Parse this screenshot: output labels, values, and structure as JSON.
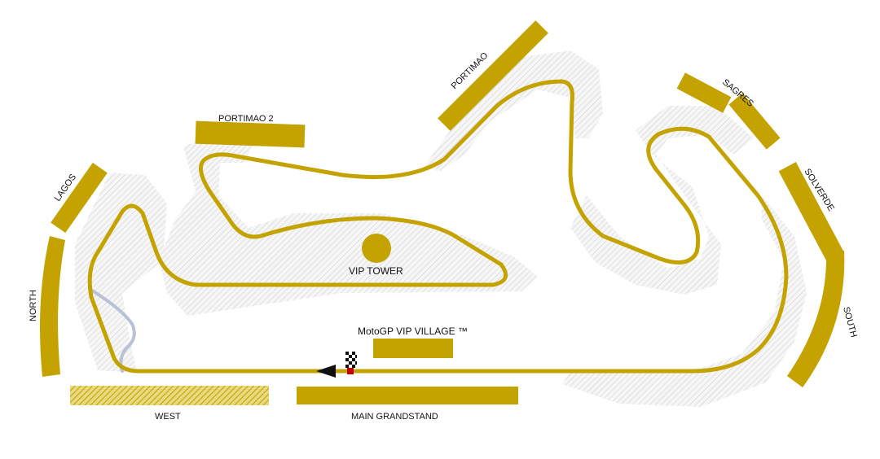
{
  "colors": {
    "gold": "#c4a300",
    "runoff_hatch": "#d9d9d9",
    "pitlane": "#b9c1d6",
    "text": "#111111"
  },
  "labels": {
    "portimao": "PORTIMAO",
    "portimao2": "PORTIMAO 2",
    "sagres": "SAGRES",
    "solverde": "SOLVERDE",
    "south": "SOUTH",
    "lagos": "LAGOS",
    "north": "NORTH",
    "west": "WEST",
    "main_grandstand": "MAIN GRANDSTAND",
    "vip_tower": "VIP TOWER",
    "vip_village": "MotoGP VIP VILLAGE ™"
  },
  "icons": {
    "start_finish": "checkered-flag-icon",
    "direction": "direction-arrow-icon"
  }
}
